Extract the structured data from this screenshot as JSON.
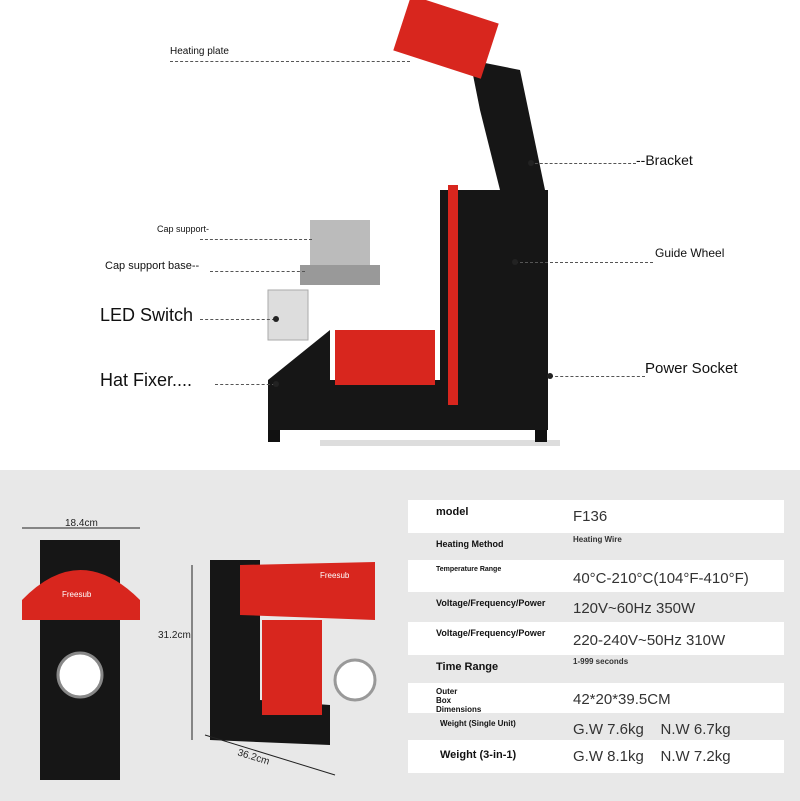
{
  "callouts": {
    "heating_plate": "Heating plate",
    "bracket": "--Bracket",
    "cap_support": "Cap support-",
    "cap_support_base": "Cap support base--",
    "led_switch": "LED Switch",
    "hat_fixer": "Hat Fixer....",
    "guide_wheel": "Guide Wheel",
    "power_socket": "Power Socket"
  },
  "dimensions": {
    "width": "18.4cm",
    "height": "31.2cm",
    "depth": "36.2cm",
    "brand": "Freesub"
  },
  "specs": [
    {
      "key": "model",
      "value": "F136"
    },
    {
      "key": "Heating Method",
      "value": "Heating Wire"
    },
    {
      "key": "Temperature Range",
      "value": "40°C-210°C(104°F-410°F)"
    },
    {
      "key": "Voltage/Frequency/Power",
      "value": "120V~60Hz  350W"
    },
    {
      "key": "Voltage/Frequency/Power",
      "value": "220-240V~50Hz  310W"
    },
    {
      "key": "Time Range",
      "value": "1-999 seconds"
    },
    {
      "key": "Outer Box Dimensions",
      "value": "42*20*39.5CM"
    },
    {
      "key": "Weight (Single Unit)",
      "value": "G.W 7.6kg    N.W 6.7kg"
    },
    {
      "key": "Weight (3-in-1)",
      "value": "G.W 8.1kg    N.W 7.2kg"
    }
  ],
  "colors": {
    "red": "#d8261e",
    "black": "#161616",
    "panel": "#e8e8e8"
  }
}
